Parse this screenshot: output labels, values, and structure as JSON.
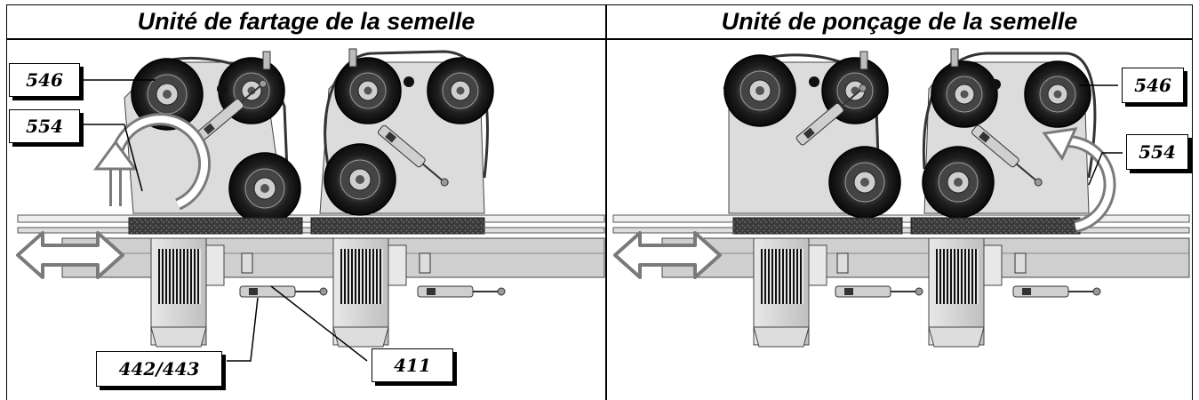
{
  "panels": {
    "left_title": "Unité de fartage de la semelle",
    "right_title": "Unité de ponçage de la semelle"
  },
  "labels": {
    "left_546": "546",
    "left_554": "554",
    "left_442_443": "442/443",
    "left_411": "411",
    "right_546": "546",
    "right_554": "554"
  },
  "colors": {
    "border": "#000000",
    "machine_gray": "#d9d9d9",
    "arrow_fill": "#ffffff",
    "arrow_stroke": "#7a7a7a"
  }
}
